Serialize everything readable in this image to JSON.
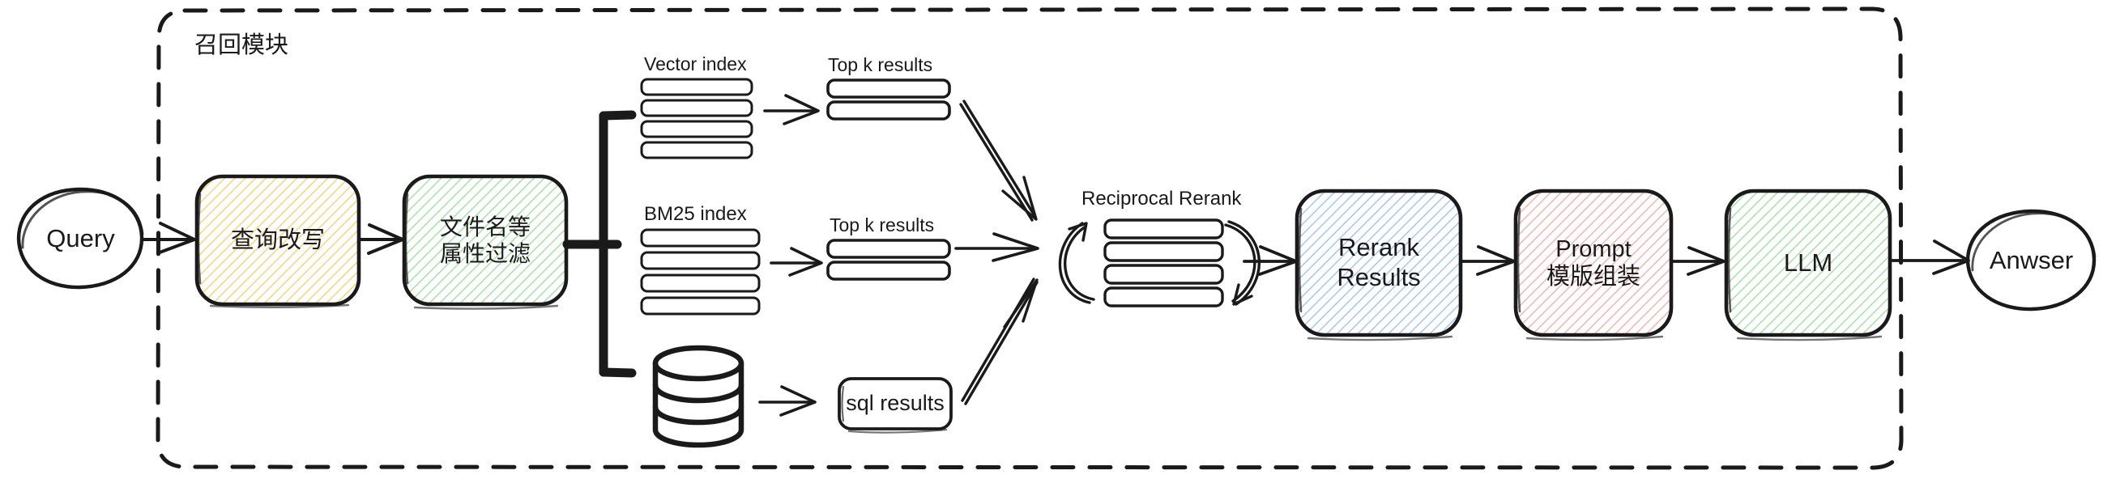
{
  "diagram": {
    "title_visible": false,
    "container": {
      "label": "召回模块",
      "style": "dashed-rounded-rect"
    },
    "nodes": {
      "query": {
        "label": "Query",
        "shape": "ellipse",
        "fill": "none"
      },
      "query_rewrite": {
        "label": "查询改写",
        "shape": "rounded-rect",
        "fill": "#f2d98b",
        "fill_name": "yellow-hatch"
      },
      "attr_filter": {
        "label": "文件名等\n属性过滤",
        "line1": "文件名等",
        "line2": "属性过滤",
        "shape": "rounded-rect",
        "fill": "#a9e3ac",
        "fill_name": "green-hatch"
      },
      "vector_index": {
        "label": "Vector index",
        "bars": 4
      },
      "vector_topk": {
        "label": "Top k results",
        "bars": 2
      },
      "bm25_index": {
        "label": "BM25 index",
        "bars": 4
      },
      "bm25_topk": {
        "label": "Top k results",
        "bars": 2
      },
      "database": {
        "label": "",
        "shape": "cylinder"
      },
      "sql_results": {
        "label": "sql results",
        "shape": "rounded-rect",
        "fill": "none"
      },
      "reciprocal_rerank": {
        "label": "Reciprocal Rerank",
        "bars": 4
      },
      "rerank_results": {
        "label": "Rerank\nResults",
        "line1": "Rerank",
        "line2": "Results",
        "shape": "rounded-rect",
        "fill": "#a9caea",
        "fill_name": "blue-hatch"
      },
      "prompt_assembly": {
        "label": "Prompt\n模版组装",
        "line1": "Prompt",
        "line2": "模版组装",
        "shape": "rounded-rect",
        "fill": "#efb9b9",
        "fill_name": "red-hatch"
      },
      "llm": {
        "label": "LLM",
        "shape": "rounded-rect",
        "fill": "#a9e3ac",
        "fill_name": "green-hatch"
      },
      "answer": {
        "label": "Anwser",
        "shape": "ellipse",
        "fill": "none"
      }
    },
    "colors": {
      "stroke": "#1a1a1a",
      "yellow_hatch": "#f2d98b",
      "green_hatch": "#a9e3ac",
      "blue_hatch": "#a9caea",
      "red_hatch": "#efb9b9",
      "background": "#ffffff"
    },
    "edges": [
      {
        "from": "query",
        "to": "query_rewrite"
      },
      {
        "from": "query_rewrite",
        "to": "attr_filter"
      },
      {
        "from": "attr_filter",
        "to": "vector_index",
        "style": "fork-bracket"
      },
      {
        "from": "attr_filter",
        "to": "bm25_index",
        "style": "fork-bracket"
      },
      {
        "from": "attr_filter",
        "to": "database",
        "style": "fork-bracket"
      },
      {
        "from": "vector_index",
        "to": "vector_topk"
      },
      {
        "from": "bm25_index",
        "to": "bm25_topk"
      },
      {
        "from": "database",
        "to": "sql_results"
      },
      {
        "from": "vector_topk",
        "to": "reciprocal_rerank"
      },
      {
        "from": "bm25_topk",
        "to": "reciprocal_rerank"
      },
      {
        "from": "sql_results",
        "to": "reciprocal_rerank"
      },
      {
        "from": "reciprocal_rerank",
        "to": "rerank_results"
      },
      {
        "from": "rerank_results",
        "to": "prompt_assembly"
      },
      {
        "from": "prompt_assembly",
        "to": "llm"
      },
      {
        "from": "llm",
        "to": "answer"
      }
    ]
  }
}
